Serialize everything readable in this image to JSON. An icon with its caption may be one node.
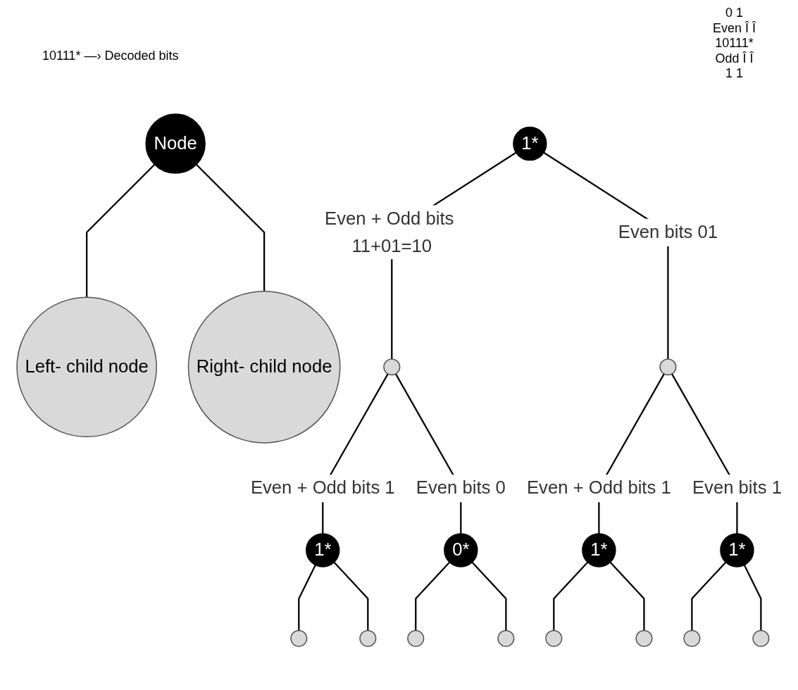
{
  "diagram": {
    "nodes": [
      {
        "text": [
          "Node"
        ]
      },
      {
        "text": [
          "Left- child node"
        ]
      },
      {
        "text": [
          "Right- child node"
        ]
      },
      {
        "text": [
          "1*"
        ]
      },
      {
        "text": [],
        "shape": "circle"
      },
      {
        "text": [],
        "shape": "circle"
      },
      {
        "text": [
          "1*"
        ]
      },
      {
        "text": [
          "0*"
        ]
      },
      {
        "text": [
          "1*"
        ]
      },
      {
        "text": [
          "1*"
        ]
      },
      {
        "text": [],
        "shape": "circle"
      },
      {
        "text": [],
        "shape": "circle"
      },
      {
        "text": [],
        "shape": "circle"
      },
      {
        "text": [],
        "shape": "circle"
      },
      {
        "text": [],
        "shape": "circle"
      },
      {
        "text": [],
        "shape": "circle"
      },
      {
        "text": [],
        "shape": "circle"
      },
      {
        "text": [],
        "shape": "circle"
      }
    ],
    "edges": [
      {
        "from": 0,
        "to": 1,
        "arrow": "none"
      },
      {
        "from": 0,
        "to": 2,
        "arrow": "none"
      },
      {
        "from": 3,
        "to": 4,
        "arrow": "none",
        "label": "Even + Odd bits 11+01=10"
      },
      {
        "from": 3,
        "to": 5,
        "arrow": "none",
        "label": "Even bits 01"
      },
      {
        "from": 4,
        "to": 6,
        "arrow": "none",
        "label": "Even + Odd bits 1"
      },
      {
        "from": 4,
        "to": 7,
        "arrow": "none",
        "label": "Even bits 0"
      },
      {
        "from": 5,
        "to": 8,
        "arrow": "none",
        "label": "Even + Odd bits 1"
      },
      {
        "from": 5,
        "to": 9,
        "arrow": "none",
        "label": "Even bits 1"
      },
      {
        "from": 6,
        "to": 10,
        "arrow": "none"
      },
      {
        "from": 6,
        "to": 11,
        "arrow": "none"
      },
      {
        "from": 7,
        "to": 12,
        "arrow": "none"
      },
      {
        "from": 7,
        "to": 13,
        "arrow": "none"
      },
      {
        "from": 8,
        "to": 14,
        "arrow": "none"
      },
      {
        "from": 8,
        "to": 15,
        "arrow": "none"
      },
      {
        "from": 9,
        "to": 16,
        "arrow": "none"
      },
      {
        "from": 9,
        "to": 17,
        "arrow": "none"
      }
    ],
    "labels": [
      "10111* —› Decoded bits",
      "0 1",
      "Even Î Î",
      "10111*",
      "Odd Î Î",
      "1 1"
    ]
  }
}
